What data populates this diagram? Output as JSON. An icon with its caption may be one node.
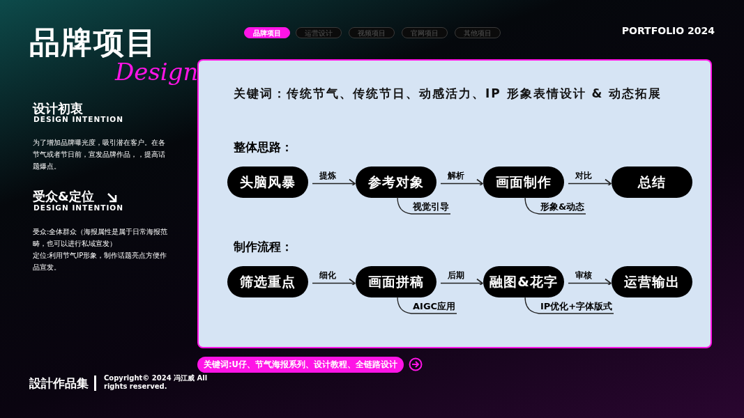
{
  "diagram": {
    "title": "品牌项目",
    "nodes": [
      {
        "text": [
          "品牌项目"
        ]
      },
      {
        "text": [
          "运营设计"
        ]
      },
      {
        "text": [
          "视频项目"
        ]
      },
      {
        "text": [
          "官网项目"
        ]
      },
      {
        "text": [
          "其他项目"
        ]
      },
      {
        "text": [
          "关键词：传统节气、传统节日、动感活力、IP 形象表情设计 & 动态拓展"
        ]
      },
      {
        "text": [
          "头脑风暴"
        ],
        "in": 5
      },
      {
        "text": [
          "参考对象"
        ],
        "in": 5,
        "beside": [
          "视觉引导"
        ]
      },
      {
        "text": [
          "画面制作"
        ],
        "in": 5,
        "beside": [
          "形象&动态"
        ]
      },
      {
        "text": [
          "总结"
        ],
        "in": 5
      },
      {
        "text": [
          "筛选重点"
        ],
        "in": 5
      },
      {
        "text": [
          "画面拼稿"
        ],
        "in": 5,
        "beside": [
          "AIGC应用"
        ]
      },
      {
        "text": [
          "融图&花字"
        ],
        "in": 5,
        "beside": [
          "IP优化+字体版式"
        ]
      },
      {
        "text": [
          "运营输出"
        ],
        "in": 5
      },
      {
        "text": [
          "关键词:U仔、节气海报系列、设计教程、全链路设计"
        ]
      }
    ],
    "edges": [
      {
        "from": 6,
        "to": 7,
        "arrow": "to",
        "label": "提炼"
      },
      {
        "from": 7,
        "to": 8,
        "arrow": "to",
        "label": "解析"
      },
      {
        "from": 8,
        "to": 9,
        "arrow": "to",
        "label": "对比"
      },
      {
        "from": 10,
        "to": 11,
        "arrow": "to",
        "label": "细化"
      },
      {
        "from": 11,
        "to": 12,
        "arrow": "to",
        "label": "后期"
      },
      {
        "from": 12,
        "to": 13,
        "arrow": "to",
        "label": "审核"
      }
    ],
    "labels": [
      "Design",
      "PORTFOLIO 2024",
      "设计初衷",
      "DESIGN INTENTION",
      "为了增加品牌曝光度，吸引潜在客户。在各节气或者节日前，宣发品牌作品，，提高话题爆点。",
      "受众&定位",
      "DESIGN INTENTION",
      "受众:全体群众（海报属性是属于日常海报范畴，也可以进行私域宣发）",
      "定位:利用节气IP形象，制作话题亮点方便作品宣发。",
      "整体思路：",
      "制作流程：",
      "設計作品集",
      "Copyright© 2024 冯江威 All rights reserved."
    ]
  }
}
